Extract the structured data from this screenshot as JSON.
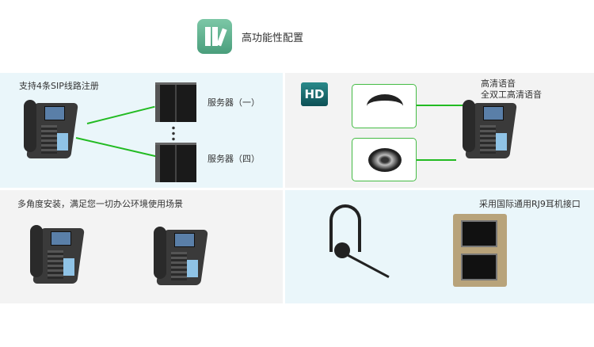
{
  "header": {
    "title": "高功能性配置",
    "icon": "binders-icon",
    "accent": "#5fb38f"
  },
  "panels": {
    "sip": {
      "title": "支持4条SIP线路注册",
      "server_1": "服务器（一）",
      "server_4": "服务器（四）"
    },
    "hd": {
      "badge": "HD",
      "line1": "高清语音",
      "line2": "全双工高清语音"
    },
    "mount": {
      "title": "多角度安装，满足您一切办公环境使用场景"
    },
    "rj9": {
      "title": "采用国际通用RJ9耳机接口"
    }
  },
  "colors": {
    "blue_panel": "#eaf6fa",
    "gray_panel": "#f3f3f3",
    "connector": "#22bb22"
  }
}
